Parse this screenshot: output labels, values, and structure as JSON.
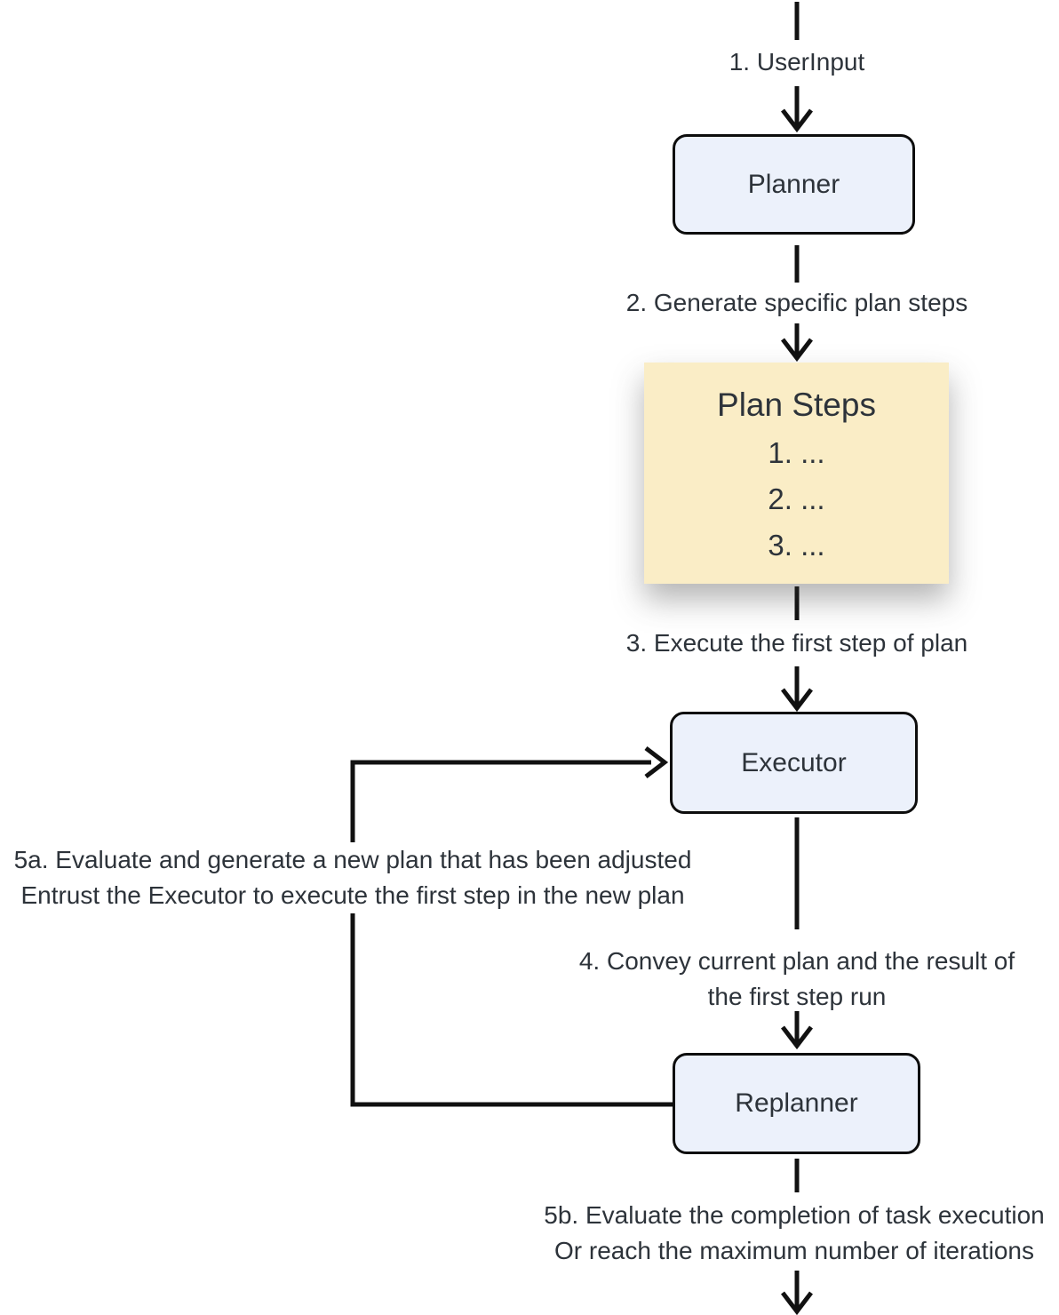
{
  "diagram": {
    "title_hint": "Plan-and-Execute agent loop",
    "nodes": {
      "planner": {
        "label": "Planner"
      },
      "plan_steps": {
        "title": "Plan Steps",
        "items": [
          "1. ...",
          "2. ...",
          "3. ..."
        ]
      },
      "executor": {
        "label": "Executor"
      },
      "replanner": {
        "label": "Replanner"
      }
    },
    "edges": {
      "step1": "1. UserInput",
      "step2": "2. Generate specific plan steps",
      "step3": "3. Execute the first step of plan",
      "step4_line1": "4. Convey current plan and the result of",
      "step4_line2": "the first step run",
      "step5a_line1": "5a. Evaluate and generate a new plan that has been adjusted",
      "step5a_line2": "Entrust the Executor to execute the first step in the new plan",
      "step5b_line1": "5b. Evaluate the completion of task execution",
      "step5b_line2": "Or reach the maximum number of iterations"
    },
    "colors": {
      "node_fill": "#ECF1FB",
      "node_border": "#0d0d0d",
      "plan_steps_fill": "#FAEDC6",
      "connector": "#111111",
      "text": "#2d333a",
      "background": "#ffffff"
    }
  }
}
